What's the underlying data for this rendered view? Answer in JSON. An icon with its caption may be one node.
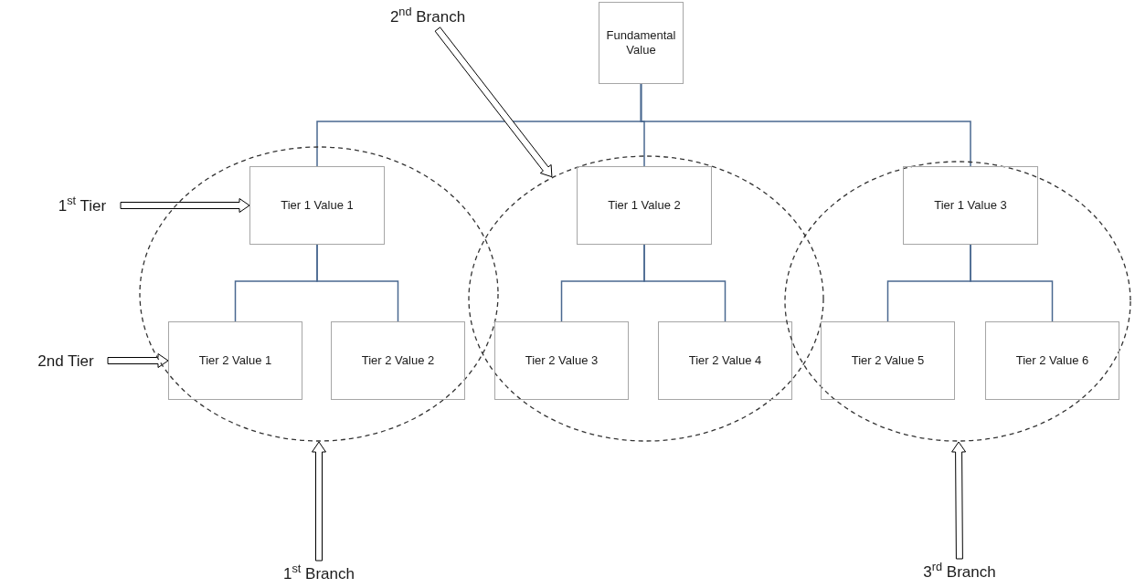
{
  "diagram": {
    "nodes": [
      {
        "text": [
          "Fundamental Value"
        ]
      },
      {
        "text": [
          "2$^{nd}$ Branch"
        ]
      },
      {
        "text": [
          "1$^{st}$ Tier"
        ]
      },
      {
        "text": [],
        "shape": "ellipse"
      },
      {
        "text": [
          "Tier 1 Value 1"
        ],
        "in": 3
      },
      {
        "text": [],
        "shape": "ellipse"
      },
      {
        "text": [
          "Tier 1 Value 2"
        ],
        "in": 5
      },
      {
        "text": [],
        "shape": "ellipse"
      },
      {
        "text": [
          "Tier 1 Value 3"
        ],
        "in": 7
      },
      {
        "text": [
          "2nd Tier"
        ]
      },
      {
        "text": [
          "Tier 2 Value 1"
        ],
        "in": 3
      },
      {
        "text": [
          "Tier 2 Value 2"
        ],
        "in": 3
      },
      {
        "text": [
          "Tier 2 Value 3"
        ],
        "in": 5
      },
      {
        "text": [
          "Tier 2 Value 4"
        ],
        "in": 5
      },
      {
        "text": [
          "Tier 2 Value 5"
        ],
        "in": 7
      },
      {
        "text": [
          "Tier 2 Value 6"
        ],
        "in": 7
      },
      {
        "text": [
          "1$^{st}$ Branch"
        ]
      },
      {
        "text": [
          "3$^{rd}$ Branch"
        ]
      }
    ],
    "edges": [
      {
        "from": 0,
        "to": 4,
        "arrow": "none"
      },
      {
        "from": 0,
        "to": 6,
        "arrow": "none"
      },
      {
        "from": 0,
        "to": 8,
        "arrow": "none"
      },
      {
        "from": 4,
        "to": 10,
        "arrow": "none"
      },
      {
        "from": 4,
        "to": 11,
        "arrow": "none"
      },
      {
        "from": 6,
        "to": 12,
        "arrow": "none"
      },
      {
        "from": 6,
        "to": 13,
        "arrow": "none"
      },
      {
        "from": 8,
        "to": 14,
        "arrow": "none"
      },
      {
        "from": 8,
        "to": 15,
        "arrow": "none"
      },
      {
        "from": 1,
        "to": 5,
        "arrow": "to",
        "style": "thick",
        "color": "#000000"
      },
      {
        "from": 2,
        "to": 4,
        "arrow": "to",
        "style": "thick",
        "color": "#000000"
      },
      {
        "from": 9,
        "to": 10,
        "arrow": "to",
        "style": "thick",
        "color": "#000000"
      },
      {
        "from": 16,
        "to": 3,
        "arrow": "to",
        "style": "thick",
        "color": "#000000"
      },
      {
        "from": 17,
        "to": 7,
        "arrow": "to",
        "style": "thick",
        "color": "#000000"
      }
    ]
  }
}
